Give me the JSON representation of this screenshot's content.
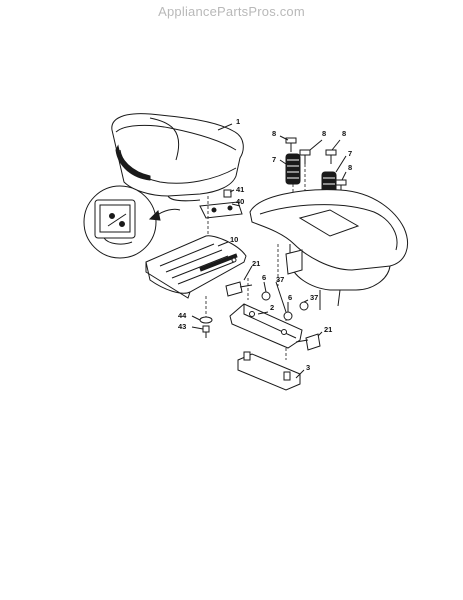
{
  "watermark": "AppliancePartsPros.com",
  "callouts": [
    "1",
    "8",
    "8",
    "8",
    "7",
    "7",
    "8",
    "41",
    "40",
    "10",
    "21",
    "6",
    "37",
    "6",
    "37",
    "2",
    "44",
    "43",
    "21",
    "3"
  ]
}
